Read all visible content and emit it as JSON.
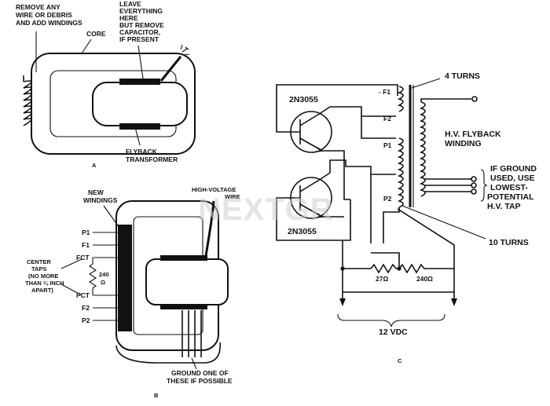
{
  "fig_a": {
    "label_remove": [
      "REMOVE ANY",
      "WIRE OR DEBRIS",
      "AND ADD WINDINGS"
    ],
    "label_leave": [
      "LEAVE",
      "EVERYTHING",
      "HERE",
      "BUT REMOVE",
      "CAPACITOR,",
      "IF PRESENT"
    ],
    "label_core": "CORE",
    "label_flyback": [
      "FLYBACK",
      "TRANSFORMER"
    ],
    "caption": "A"
  },
  "fig_b": {
    "label_new_windings": [
      "NEW",
      "WINDINGS"
    ],
    "label_hv_wire": [
      "HIGH-VOLTAGE",
      "WIRE"
    ],
    "taps": [
      "P1",
      "F1",
      "FCT",
      "PCT",
      "F2",
      "P2"
    ],
    "label_center_taps": [
      "CENTER",
      "TAPS",
      "(NO MORE",
      "THAN ¼ INCH",
      "APART)"
    ],
    "resistor_value": [
      "240",
      "Ω"
    ],
    "label_ground": [
      "GROUND ONE OF",
      "THESE IF POSSIBLE"
    ],
    "caption": "B"
  },
  "fig_c": {
    "transistor_top": "2N3055",
    "transistor_bottom": "2N3055",
    "label_4_turns": "4 TURNS",
    "label_10_turns": "10 TURNS",
    "winding_labels": [
      "- F1",
      "F2",
      "P1",
      "P2"
    ],
    "label_hv_winding": [
      "H.V. FLYBACK",
      "WINDING"
    ],
    "label_ground_tap": [
      "IF GROUND",
      "USED, USE",
      "LOWEST-",
      "POTENTIAL",
      "H.V. TAP"
    ],
    "r1": "27Ω",
    "r2": "240Ω",
    "supply": "12 VDC",
    "caption": "C"
  },
  "watermark": "NEXTGR"
}
